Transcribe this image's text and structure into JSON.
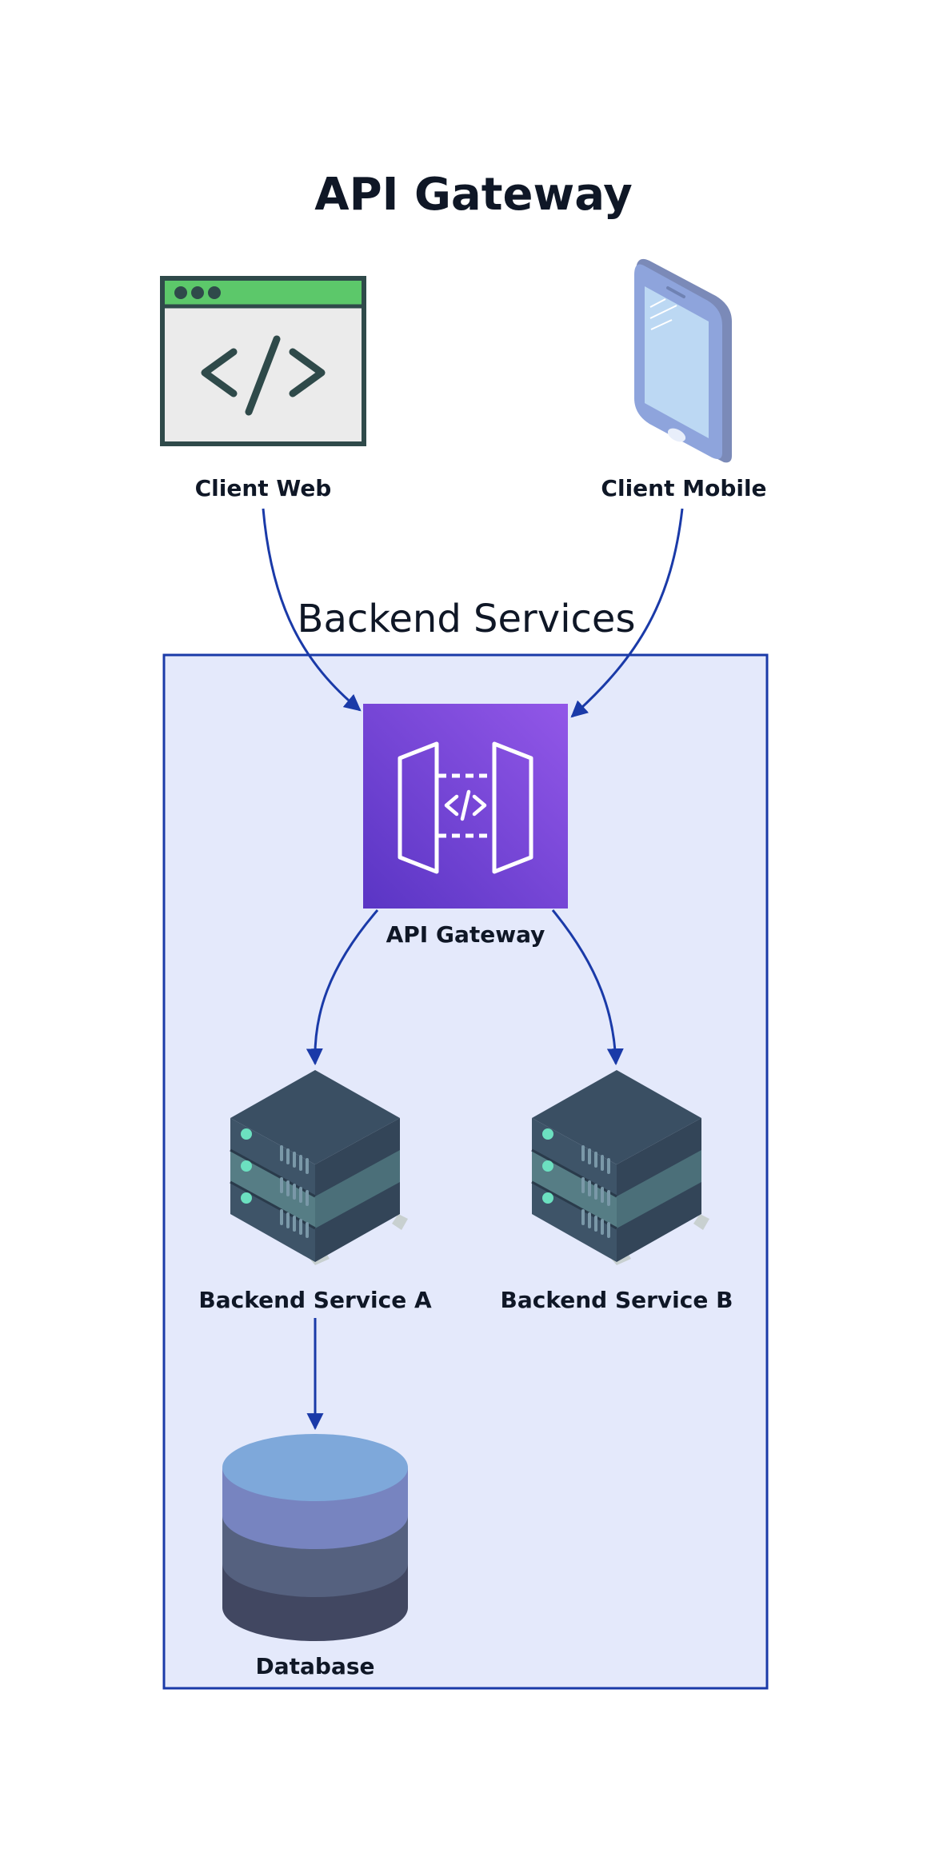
{
  "diagram": {
    "title": "API Gateway",
    "cluster": {
      "label": "Backend Services"
    },
    "nodes": {
      "client_web": {
        "label": "Client Web",
        "icon": "browser-code-icon"
      },
      "client_mobile": {
        "label": "Client Mobile",
        "icon": "smartphone-icon"
      },
      "api_gateway": {
        "label": "API Gateway",
        "icon": "api-gateway-icon"
      },
      "service_a": {
        "label": "Backend Service A",
        "icon": "server-rack-icon"
      },
      "service_b": {
        "label": "Backend Service B",
        "icon": "server-rack-icon"
      },
      "database": {
        "label": "Database",
        "icon": "database-icon"
      }
    },
    "edges": [
      {
        "from": "client_web",
        "to": "api_gateway"
      },
      {
        "from": "client_mobile",
        "to": "api_gateway"
      },
      {
        "from": "api_gateway",
        "to": "service_a"
      },
      {
        "from": "api_gateway",
        "to": "service_b"
      },
      {
        "from": "service_a",
        "to": "database"
      }
    ],
    "colors": {
      "edge": "#1a3aa8",
      "cluster_fill": "#e4e9fb",
      "cluster_border": "#1a3aa8",
      "gateway_purple": "#7b45d6",
      "browser_bar": "#5cc86a",
      "server_dark": "#3a4f63",
      "database_top": "#7ea8da"
    }
  }
}
